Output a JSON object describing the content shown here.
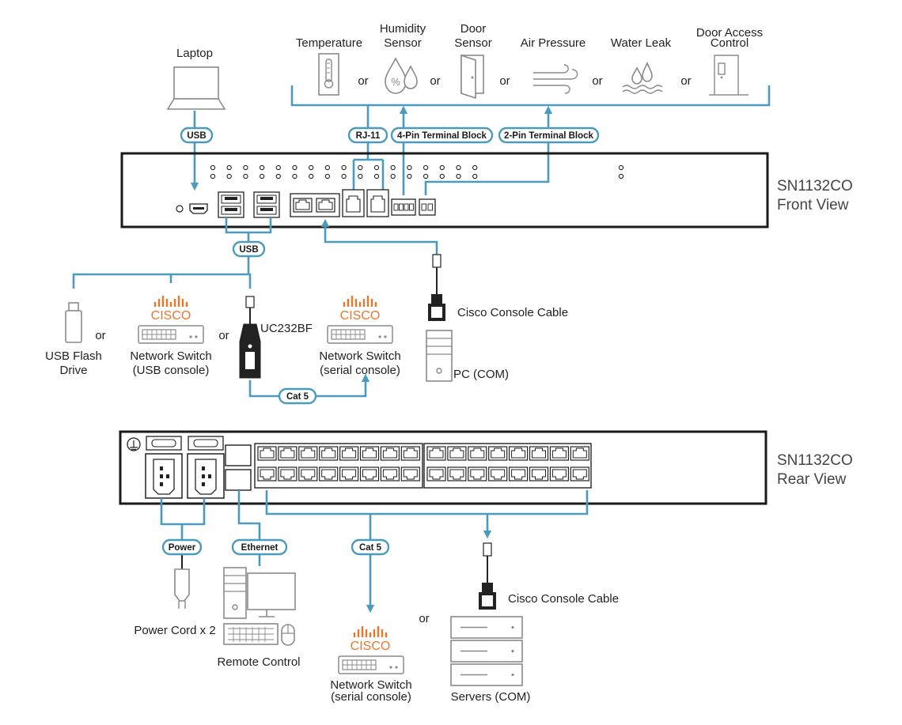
{
  "colors": {
    "line": "#4a9bbd",
    "cisco_orange": "#e8772e",
    "device_gray": "#8a8a8a",
    "chassis": "#1a1a1a"
  },
  "sensors": {
    "temperature": "Temperature",
    "humidity_l1": "Humidity",
    "humidity_l2": "Sensor",
    "door_l1": "Door",
    "door_l2": "Sensor",
    "air_pressure": "Air Pressure",
    "water_leak": "Water Leak",
    "door_access_l1": "Door Access",
    "door_access_l2": "Control",
    "or": "or"
  },
  "laptop": {
    "label": "Laptop"
  },
  "pills": {
    "usb_top": "USB",
    "rj11": "RJ-11",
    "pin4": "4-Pin Terminal Block",
    "pin2": "2-Pin Terminal Block",
    "usb_mid": "USB",
    "cat5_front": "Cat 5",
    "power": "Power",
    "ethernet": "Ethernet",
    "cat5_rear": "Cat 5"
  },
  "front": {
    "model": "SN1132CO",
    "view": "Front View"
  },
  "rear": {
    "model": "SN1132CO",
    "view": "Rear View"
  },
  "usb_devices": {
    "flash_l1": "USB Flash",
    "flash_l2": "Drive",
    "or": "or",
    "cisco": "CISCO",
    "switch_l1": "Network Switch",
    "switch_l2": "(USB console)",
    "uc232bf": "UC232BF"
  },
  "serial_switch": {
    "cisco": "CISCO",
    "l1": "Network Switch",
    "l2": "(serial console)"
  },
  "pc": {
    "cable": "Cisco Console Cable",
    "label": "PC (COM)"
  },
  "bottom": {
    "power_cord": "Power Cord x 2",
    "remote": "Remote Control",
    "cisco": "CISCO",
    "switch_l1": "Network Switch",
    "switch_l2": "(serial console)",
    "or": "or",
    "cable": "Cisco Console Cable",
    "servers": "Servers (COM)"
  }
}
